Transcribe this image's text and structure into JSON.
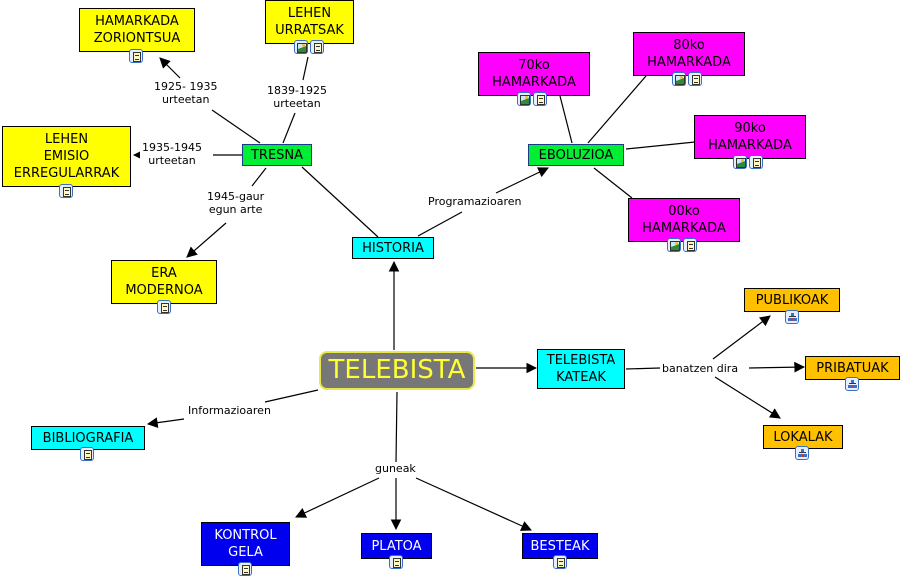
{
  "colors": {
    "yellow": "#ffff00",
    "green": "#00ee33",
    "cyan": "#00ffff",
    "magenta": "#ff00ff",
    "orange": "#ffc000",
    "blue": "#0000ee",
    "root_bg": "#777777",
    "root_text": "#ffff33"
  },
  "nodes": {
    "telebista": "TELEBISTA",
    "historia": "HISTORIA",
    "tresna": "TRESNA",
    "eboluzioa": "EBOLUZIOA",
    "hamarkada_zoriontsua": "HAMARKADA\nZORIONTSUA",
    "lehen_urratsak": "LEHEN\nURRATSAK",
    "lehen_emisio": "LEHEN\nEMISIO\nERREGULARRAK",
    "era_modernoa": "ERA\nMODERNOA",
    "h70": "70ko\nHAMARKADA",
    "h80": "80ko\nHAMARKADA",
    "h90": "90ko\nHAMARKADA",
    "h00": "00ko\nHAMARKADA",
    "telebista_kateak": "TELEBISTA\nKATEAK",
    "publikoak": "PUBLIKOAK",
    "pribatuak": "PRIBATUAK",
    "lokalak": "LOKALAK",
    "bibliografia": "BIBLIOGRAFIA",
    "kontrol_gela": "KONTROL\nGELA",
    "platoa": "PLATOA",
    "besteak": "BESTEAK"
  },
  "link_labels": {
    "y1925": "1925- 1935\nurteetan",
    "y1839": "1839-1925\nurteetan",
    "y1935": "1935-1945\nurteetan",
    "y1945": "1945-gaur\negun arte",
    "programazioaren": "Programazioaren",
    "banatzen": "banatzen dira",
    "informazioaren": "Informazioaren",
    "guneak": "guneak"
  },
  "resource_icons": {
    "hamarkada_zoriontsua": [
      "document-icon"
    ],
    "lehen_urratsak": [
      "image-icon",
      "document-icon"
    ],
    "lehen_emisio": [
      "document-icon"
    ],
    "era_modernoa": [
      "document-icon"
    ],
    "h70": [
      "image-icon",
      "document-icon"
    ],
    "h80": [
      "image-icon",
      "document-icon"
    ],
    "h90": [
      "image-icon",
      "document-icon"
    ],
    "h00": [
      "image-icon",
      "document-icon"
    ],
    "publikoak": [
      "concept-map-icon"
    ],
    "pribatuak": [
      "concept-map-icon"
    ],
    "lokalak": [
      "concept-map-icon"
    ],
    "bibliografia": [
      "document-icon"
    ],
    "kontrol_gela": [
      "document-icon"
    ],
    "platoa": [
      "document-icon"
    ],
    "besteak": [
      "document-icon"
    ]
  }
}
